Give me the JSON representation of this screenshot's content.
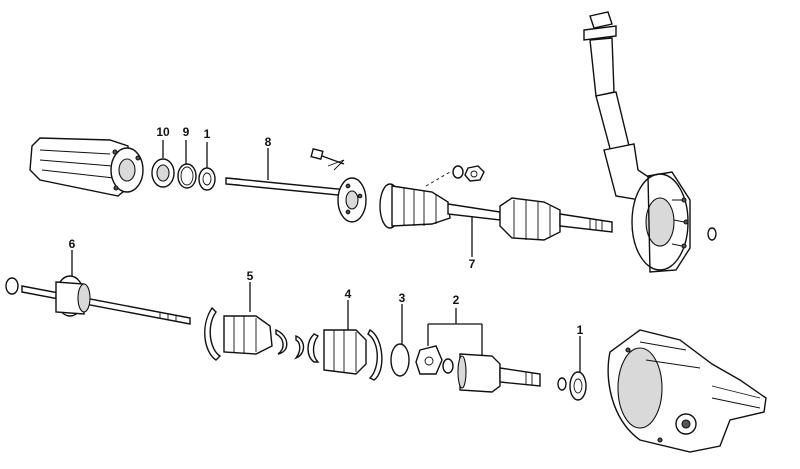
{
  "callouts": [
    {
      "id": "c10a",
      "text": "10"
    },
    {
      "id": "c9a",
      "text": "9"
    },
    {
      "id": "c1a",
      "text": "1"
    },
    {
      "id": "c8",
      "text": "8"
    },
    {
      "id": "c7",
      "text": "7"
    },
    {
      "id": "c6",
      "text": "6"
    },
    {
      "id": "c5",
      "text": "5"
    },
    {
      "id": "c4",
      "text": "4"
    },
    {
      "id": "c3",
      "text": "3"
    },
    {
      "id": "c2",
      "text": "2"
    },
    {
      "id": "c1b",
      "text": "1"
    }
  ]
}
